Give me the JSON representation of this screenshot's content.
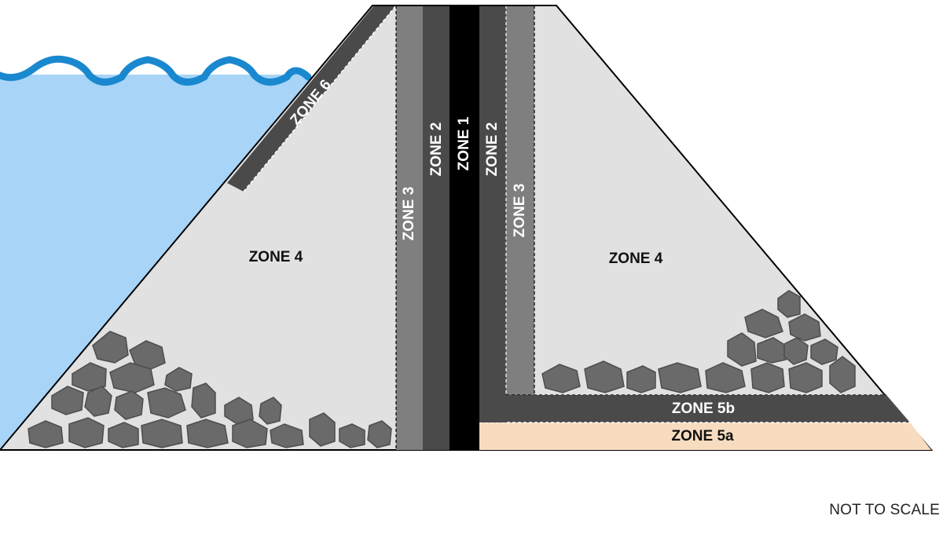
{
  "diagram": {
    "zones": {
      "zone1": "ZONE 1",
      "zone2_left": "ZONE 2",
      "zone2_right": "ZONE 2",
      "zone3_left": "ZONE 3",
      "zone3_right": "ZONE 3",
      "zone4_left": "ZONE 4",
      "zone4_right": "ZONE 4",
      "zone5a": "ZONE 5a",
      "zone5b": "ZONE 5b",
      "zone6": "ZONE 6"
    },
    "scale_note": "NOT TO SCALE",
    "colors": {
      "water": "#a8d4f7",
      "wave": "#1a88cf",
      "fill_zone4": "#e1e1e1",
      "zone1": "#000000",
      "zone2": "#4a4a4a",
      "zone3": "#7f7f7f",
      "zone5a": "#f8dcc0",
      "zone5b": "#4a4a4a",
      "zone6": "#4a4a4a",
      "rock": "#6a6a6a"
    }
  }
}
